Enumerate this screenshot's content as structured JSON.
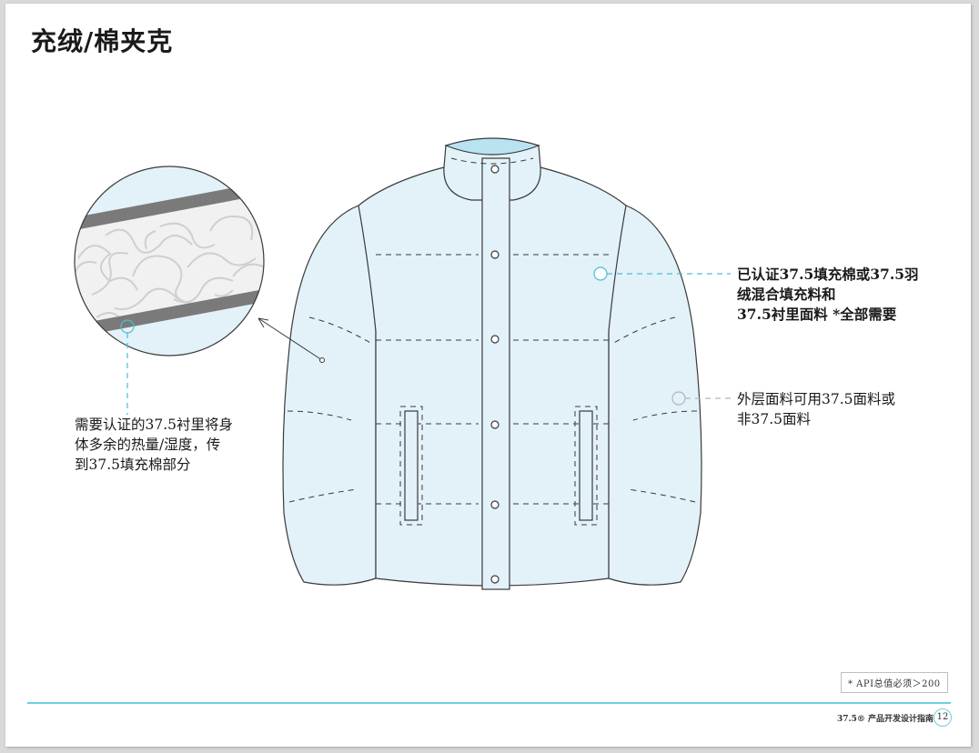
{
  "title": "充绒/棉夹克",
  "callouts": {
    "fill": {
      "lines": [
        "已认证37.5填充棉或37.5羽",
        "绒混合填充料和",
        "37.5衬里面料 *全部需要"
      ]
    },
    "outer": {
      "lines": [
        "外层面料可用37.5面料或",
        "非37.5面料"
      ]
    },
    "lining": {
      "lines": [
        "需要认证的37.5衬里将身",
        "体多余的热量/湿度，传",
        "到37.5填充棉部分"
      ]
    }
  },
  "footnote": "* API总值必须＞200",
  "footer": {
    "label": "37.5® 产品开发设计指南",
    "page_number": "12"
  },
  "colors": {
    "jacket_fill": "#e2f2f8",
    "collar_inner": "#b9e3f1",
    "accent": "#4dbcd6",
    "outline": "#3a3a3a",
    "lining_stripe": "#7a7a7a",
    "fill_fiber": "#d0d0d0"
  },
  "icons": [
    "jacket-illustration",
    "magnifier-detail",
    "callout-marker"
  ]
}
